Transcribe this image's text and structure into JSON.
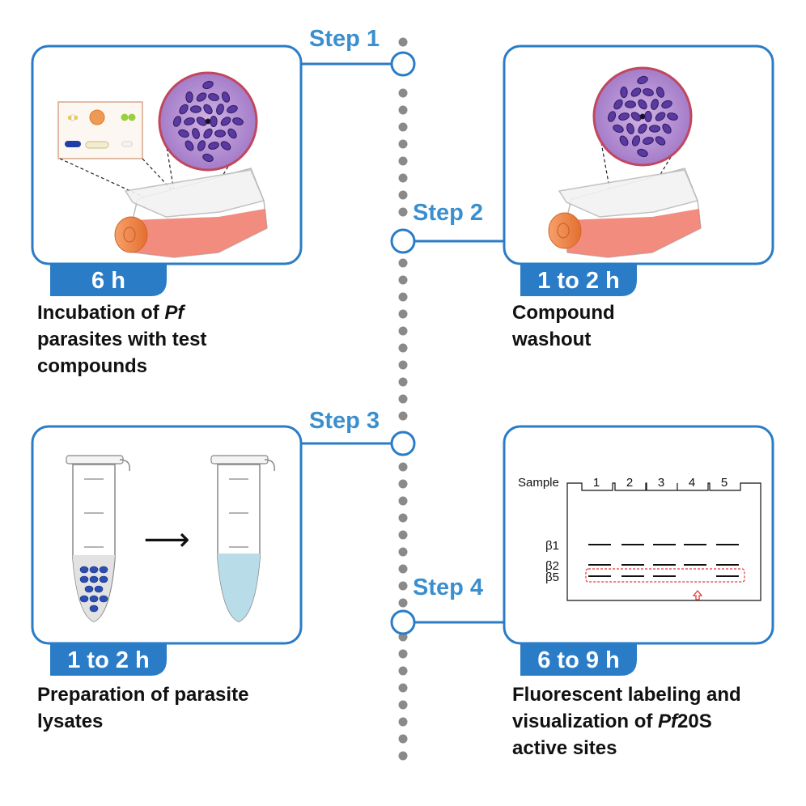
{
  "colors": {
    "accent_blue": "#2a7cc7",
    "timeline_gray": "#8a8a8a",
    "flask_red": "#f08070",
    "cap_orange": "#f08a4a",
    "cell_purple": "#5a3aa0",
    "lysate_blue": "#b8dde8",
    "marker_red": "#e23b3b"
  },
  "steps": [
    {
      "label": "Step 1",
      "duration": "6 h",
      "desc_lines": [
        {
          "segments": [
            {
              "text": "Incubation of "
            },
            {
              "text": "Pf",
              "italic": true
            }
          ]
        },
        {
          "segments": [
            {
              "text": "parasites with test"
            }
          ]
        },
        {
          "segments": [
            {
              "text": "compounds"
            }
          ]
        }
      ]
    },
    {
      "label": "Step 2",
      "duration": "1 to 2 h",
      "desc_lines": [
        {
          "segments": [
            {
              "text": "Compound"
            }
          ]
        },
        {
          "segments": [
            {
              "text": "washout"
            }
          ]
        }
      ]
    },
    {
      "label": "Step 3",
      "duration": "1 to 2 h",
      "desc_lines": [
        {
          "segments": [
            {
              "text": "Preparation of  parasite"
            }
          ]
        },
        {
          "segments": [
            {
              "text": "lysates"
            }
          ]
        }
      ]
    },
    {
      "label": "Step 4",
      "duration": "6 to 9 h",
      "desc_lines": [
        {
          "segments": [
            {
              "text": "Fluorescent labeling and"
            }
          ]
        },
        {
          "segments": [
            {
              "text": "visualization of "
            },
            {
              "text": "Pf",
              "italic": true
            },
            {
              "text": "20S"
            }
          ]
        },
        {
          "segments": [
            {
              "text": "active sites"
            }
          ]
        }
      ]
    }
  ],
  "gel": {
    "sample_label": "Sample",
    "lanes": [
      "1",
      "2",
      "3",
      "4",
      "5"
    ],
    "bands": [
      {
        "label": "β1",
        "present": [
          true,
          true,
          true,
          true,
          true
        ]
      },
      {
        "label": "β2",
        "present": [
          true,
          true,
          true,
          true,
          true
        ]
      },
      {
        "label": "β5",
        "present": [
          true,
          true,
          true,
          false,
          true
        ]
      }
    ]
  },
  "arrow_symbol": "⟶"
}
